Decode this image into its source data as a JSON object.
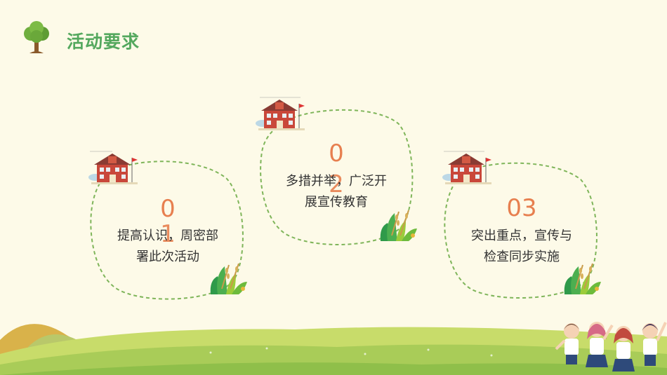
{
  "header": {
    "title": "活动要求",
    "icon": "tree-icon"
  },
  "cards": [
    {
      "num_line1": "0",
      "num_line2": "1",
      "text_line1": "提高认识，周密部",
      "text_line2": "署此次活动"
    },
    {
      "num_line1": "0",
      "num_line2": "2",
      "text_line1": "多措并举，广泛开",
      "text_line2": "展宣传教育"
    },
    {
      "num_line1": "03",
      "num_line2": "",
      "text_line1": "突出重点，宣传与",
      "text_line2": "检查同步实施"
    }
  ],
  "colors": {
    "background": "#fdfae8",
    "title": "#54a85e",
    "number": "#e77f4f",
    "dashed_outline": "#7fb55a",
    "text": "#333333"
  },
  "decorations": {
    "card_icon": "school-building-icon",
    "card_corner": "grass-plant-icon",
    "footer": "kids-on-hill-illustration"
  }
}
